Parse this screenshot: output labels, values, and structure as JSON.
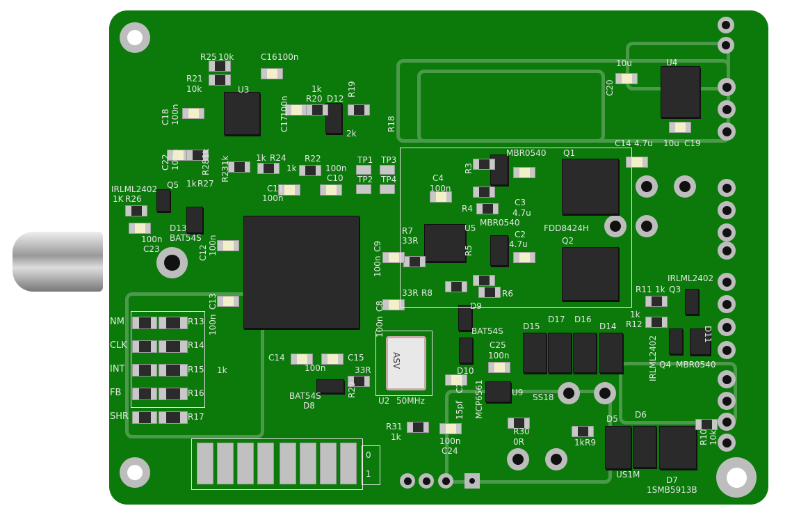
{
  "board": {
    "colors": {
      "soldermask": "#0b7a0b",
      "silkscreen": "#e6e6e6",
      "pad": "#c8c8c8",
      "component": "#2a2a2a"
    },
    "crystal_marking": "ASV",
    "dip_switch_labels": [
      "0",
      "1"
    ],
    "signal_labels": [
      "NM",
      "CLK",
      "INT",
      "FB",
      "SHR"
    ],
    "silkscreen_labels": [
      "R25",
      "10k",
      "C16",
      "100n",
      "R21",
      "10k",
      "U3",
      "1k",
      "R20",
      "D12",
      "R19",
      "C18",
      "100n",
      "C17",
      "100n",
      "R18",
      "2k",
      "C22",
      "100n",
      "R28",
      "1k",
      "R23",
      "1k",
      "1k",
      "R24",
      "R22",
      "1k",
      "100n",
      "C10",
      "TP1",
      "TP3",
      "TP2",
      "TP4",
      "C11",
      "100n",
      "IRLML2402",
      "1K",
      "R26",
      "Q5",
      "1k",
      "R27",
      "D13",
      "BAT54S",
      "100n",
      "C23",
      "C12",
      "100n",
      "C4",
      "100n",
      "R3",
      "MBR0540",
      "Q1",
      "R4",
      "C3",
      "4.7u",
      "MBR0540",
      "FDD8424H",
      "R7",
      "33R",
      "U5",
      "R5",
      "C2",
      "4.7u",
      "Q2",
      "100n",
      "C9",
      "33R",
      "R8",
      "R6",
      "C14",
      "4.7u",
      "10u",
      "C19",
      "10u",
      "U4",
      "C20",
      "IRLML2402",
      "R11",
      "1k",
      "Q3",
      "1k",
      "R12",
      "D9",
      "BAT54S",
      "D10",
      "C25",
      "100n",
      "D15",
      "D17",
      "D16",
      "D14",
      "IRLML2402",
      "Q4",
      "D11",
      "MBR0540",
      "R13",
      "R14",
      "R15",
      "R16",
      "R17",
      "1k",
      "C14",
      "100n",
      "C15",
      "33R",
      "R29",
      "BAT54S",
      "D8",
      "U2",
      "50MHz",
      "C21",
      "15pf",
      "MCP6561",
      "U9",
      "SS18",
      "R31",
      "1k",
      "100n",
      "C24",
      "R30",
      "0R",
      "1k",
      "R9",
      "D5",
      "D6",
      "R10",
      "10k",
      "US1M",
      "D7",
      "1SMB5913B",
      "C13",
      "100n",
      "C8",
      "100n"
    ]
  }
}
